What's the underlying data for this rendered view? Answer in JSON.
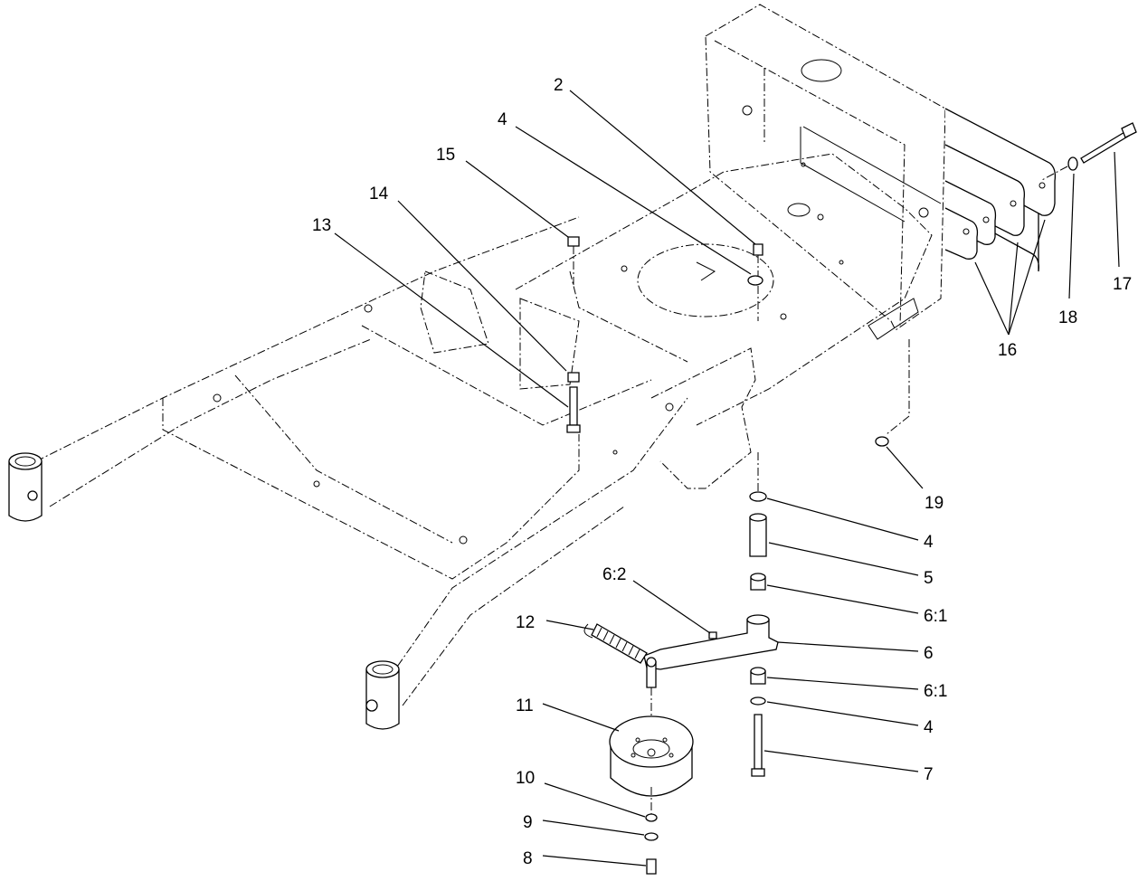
{
  "callouts": [
    {
      "id": "c2",
      "label": "2"
    },
    {
      "id": "c4a",
      "label": "4"
    },
    {
      "id": "c15",
      "label": "15"
    },
    {
      "id": "c14",
      "label": "14"
    },
    {
      "id": "c13",
      "label": "13"
    },
    {
      "id": "c17",
      "label": "17"
    },
    {
      "id": "c18",
      "label": "18"
    },
    {
      "id": "c16",
      "label": "16"
    },
    {
      "id": "c19",
      "label": "19"
    },
    {
      "id": "c4b",
      "label": "4"
    },
    {
      "id": "c5",
      "label": "5"
    },
    {
      "id": "c61a",
      "label": "6:1"
    },
    {
      "id": "c62",
      "label": "6:2"
    },
    {
      "id": "c12",
      "label": "12"
    },
    {
      "id": "c6",
      "label": "6"
    },
    {
      "id": "c61b",
      "label": "6:1"
    },
    {
      "id": "c11",
      "label": "11"
    },
    {
      "id": "c4c",
      "label": "4"
    },
    {
      "id": "c7",
      "label": "7"
    },
    {
      "id": "c10",
      "label": "10"
    },
    {
      "id": "c9",
      "label": "9"
    },
    {
      "id": "c8",
      "label": "8"
    }
  ]
}
